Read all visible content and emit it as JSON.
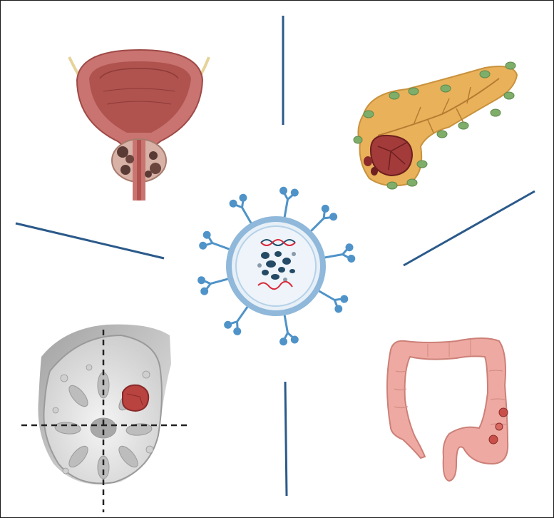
{
  "colors": {
    "divider": "#2b5a8a",
    "bladder_outer": "#c97470",
    "bladder_inner": "#b0534f",
    "pancreas": "#e8b15a",
    "pancreas_nodes": "#7fae6a",
    "tumor": "#8a2a2a",
    "colon": "#eeaaa2",
    "breast": "#eeeeee",
    "vesicle_fill": "#e7eff7",
    "vesicle_stroke": "#8fb8da",
    "receptor": "#4f93c8",
    "dna_blue": "#1f4f6f",
    "rna_red": "#d8283a"
  },
  "diagram": {
    "center": "extracellular-vesicle",
    "panels": [
      "bladder-prostate",
      "pancreas-tumor",
      "breast-tumor",
      "colon-tumor"
    ]
  }
}
